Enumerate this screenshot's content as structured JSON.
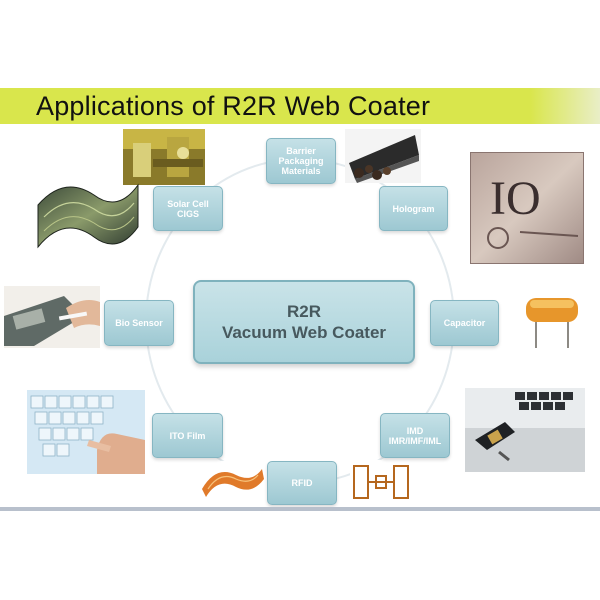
{
  "title": "Applications of R2R Web Coater",
  "center": {
    "line1": "R2R",
    "line2": "Vacuum Web Coater"
  },
  "nodes": [
    {
      "id": "barrier",
      "label": "Barrier\nPackaging\nMaterials"
    },
    {
      "id": "hologram",
      "label": "Hologram"
    },
    {
      "id": "capacitor",
      "label": "Capacitor"
    },
    {
      "id": "imd",
      "label": "IMD\nIMR/IMF/IML"
    },
    {
      "id": "rfid",
      "label": "RFID"
    },
    {
      "id": "ito",
      "label": "ITO Film"
    },
    {
      "id": "biosensor",
      "label": "Bio Sensor"
    },
    {
      "id": "solar",
      "label": "Solar Cell\nCIGS"
    }
  ],
  "photos": [
    {
      "name": "coating-lab-photo"
    },
    {
      "name": "flexible-solar-film-photo"
    },
    {
      "name": "barrier-film-rolls-photo"
    },
    {
      "name": "hologram-label-photo",
      "text": "IO"
    },
    {
      "name": "glucose-meter-photo"
    },
    {
      "name": "film-capacitor-photo"
    },
    {
      "name": "touch-keyboard-photo"
    },
    {
      "name": "laptop-usb-photo"
    },
    {
      "name": "flexible-circuit-photo"
    },
    {
      "name": "rfid-antenna-photo"
    }
  ]
}
